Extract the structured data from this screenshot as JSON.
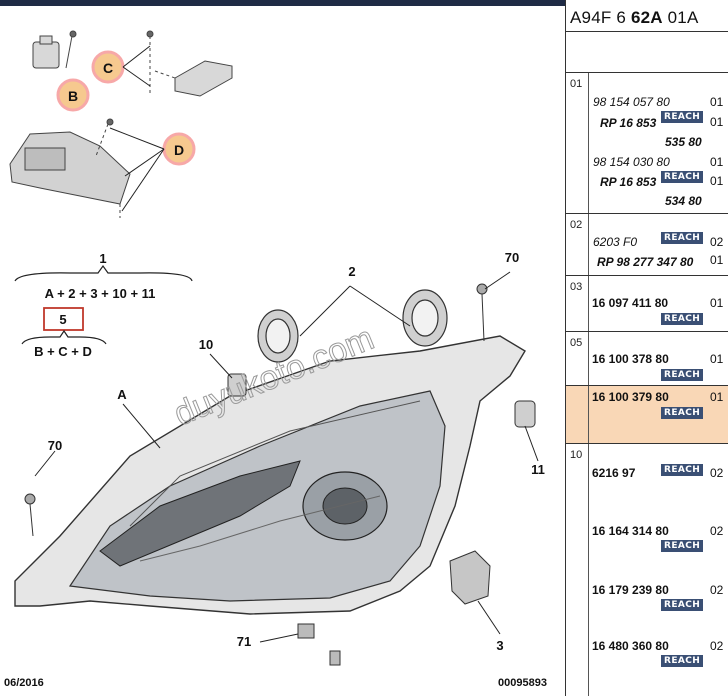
{
  "header": {
    "prefix": "A94F 6 ",
    "bold": "62A",
    "suffix": " 01A"
  },
  "reach_label": "REACH",
  "groups": [
    {
      "no": "01",
      "lines": [
        {
          "text": "98 154 057 80",
          "style": "it"
        },
        {
          "text": "RP 16 853",
          "style": "bo it"
        },
        {
          "text": "535 80",
          "style": "bo it"
        },
        {
          "text": "98 154 030 80",
          "style": "it"
        },
        {
          "text": "RP 16 853",
          "style": "bo it"
        },
        {
          "text": "534 80",
          "style": "bo it"
        }
      ],
      "qty": [
        "01",
        "01",
        "01",
        "01"
      ]
    },
    {
      "no": "02",
      "lines": [
        {
          "text": "6203 F0",
          "style": "it"
        },
        {
          "text": "RP 98 277 347 80",
          "style": "bo it"
        }
      ],
      "qty": [
        "02",
        "01"
      ]
    },
    {
      "no": "03",
      "lines": [
        {
          "text": "16 097 411 80",
          "style": "bo"
        }
      ],
      "qty": [
        "01"
      ]
    },
    {
      "no": "05",
      "lines": [
        {
          "text": "16 100 378 80",
          "style": "bo"
        }
      ],
      "qty": [
        "01"
      ]
    },
    {
      "no": "",
      "lines": [
        {
          "text": "16 100 379 80",
          "style": "bo"
        }
      ],
      "qty": [
        "01"
      ]
    },
    {
      "no": "10",
      "lines": [
        {
          "text": "6216 97",
          "style": "bo"
        },
        {
          "text": "16 164 314 80",
          "style": "bo"
        },
        {
          "text": "16 179 239 80",
          "style": "bo"
        },
        {
          "text": "16 480 360 80",
          "style": "bo"
        }
      ],
      "qty": [
        "02",
        "02",
        "02",
        "02"
      ]
    }
  ],
  "diagram": {
    "callouts": [
      "B",
      "C",
      "D"
    ],
    "formula1": "A + 2 + 3 + 10 + 11",
    "formula1_label": "1",
    "formula2": "B + C + D",
    "formula2_label": "5",
    "part_labels": [
      "70",
      "2",
      "10",
      "A",
      "70",
      "11",
      "71",
      "3"
    ],
    "watermark": "duyukoto.com",
    "date": "06/2016",
    "code": "00095893"
  },
  "colors": {
    "callout_fill": "#f6c98f",
    "callout_ring": "#f7a8a8",
    "reach": "#3a4f74",
    "highlight": "#f9d7b6"
  }
}
